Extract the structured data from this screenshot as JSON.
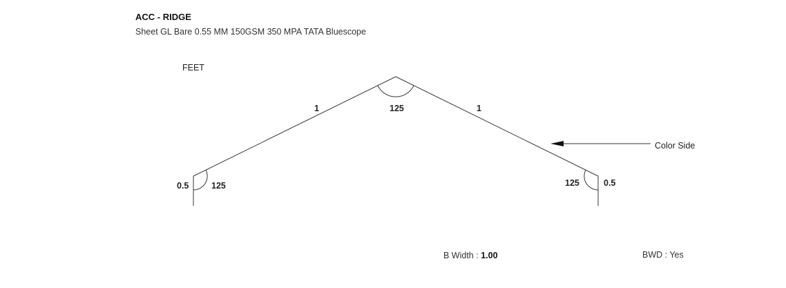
{
  "header": {
    "title": "ACC - RIDGE",
    "subtitle": "Sheet GL Bare 0.55 MM 150GSM 350 MPA TATA Bluescope"
  },
  "diagram": {
    "unit_label": "FEET",
    "segments": {
      "left_lip": "0.5",
      "left_slope": "1",
      "right_slope": "1",
      "right_lip": "0.5"
    },
    "angles": {
      "apex": "125",
      "left_bend": "125",
      "right_bend": "125"
    },
    "color_side_label": "Color Side"
  },
  "footer": {
    "b_width_label": "B Width :",
    "b_width_value": "1.00",
    "bwd_label": "BWD : Yes"
  }
}
